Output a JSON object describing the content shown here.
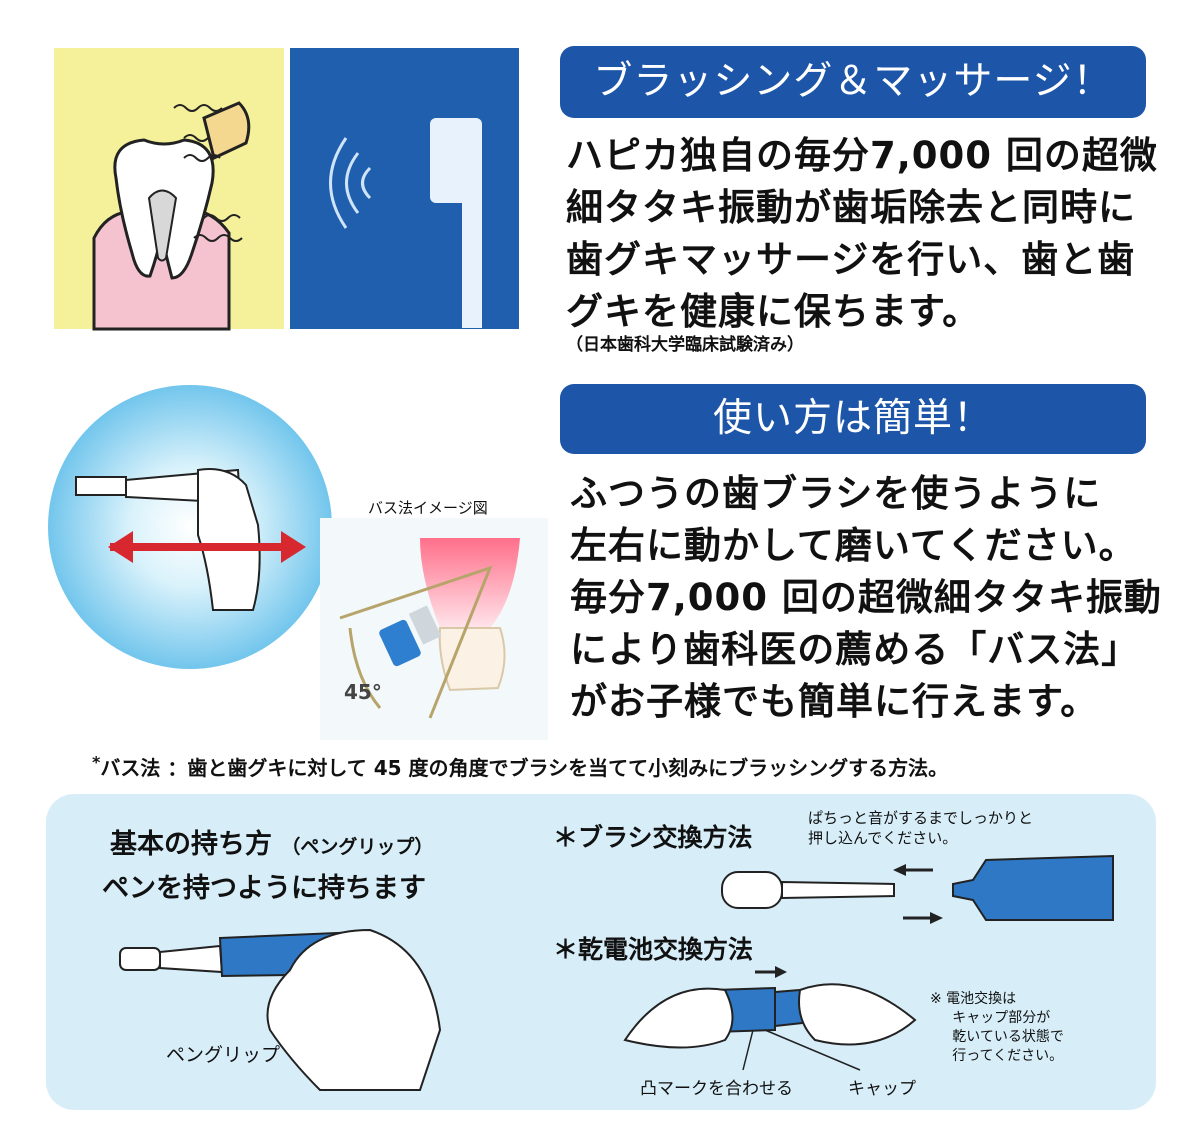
{
  "section1": {
    "banner": "ブラッシング＆マッサージ！",
    "body": "ハピカ独自の毎分7,000 回の超微\n細タタキ振動が歯垢除去と同時に\n歯グキマッサージを行い、歯と歯\nグキを健康に保ちます。",
    "note": "（日本歯科大学臨床試験済み）"
  },
  "section2": {
    "banner": "使い方は簡単！",
    "body": "ふつうの歯ブラシを使うように\n左右に動かして磨いてください。\n毎分7,000 回の超微細タタキ振動\nにより歯科医の薦める「バス法」\nがお子様でも簡単に行えます。",
    "bass_label": "バス法イメージ図",
    "angle_label": "45°"
  },
  "footnote": {
    "marker": "*",
    "text": "バス法 ：歯と歯グキに対して 45 度の角度でブラシを当てて小刻みにブラッシングする方法。"
  },
  "grip": {
    "title": "基本の持ち方",
    "title_sub": "（ペングリップ）",
    "subtitle": "ペンを持つように持ちます",
    "label": "ペングリップ"
  },
  "brush_change": {
    "title": "＊ブラシ交換方法",
    "note": "ぱちっと音がするまでしっかりと\n押し込んでください。"
  },
  "battery_change": {
    "title": "＊乾電池交換方法",
    "note": "※ 電池交換は\n     キャップ部分が\n     乾いている状態で\n     行ってください。",
    "mark_label": "凸マークを合わせる",
    "cap_label": "キャップ"
  },
  "colors": {
    "banner_blue": "#1d56a8",
    "panel_yellow": "#f4f19a",
    "panel_blue": "#1f5fae",
    "arrow_red": "#d7282f",
    "bottom_bg": "#d7eef9"
  }
}
